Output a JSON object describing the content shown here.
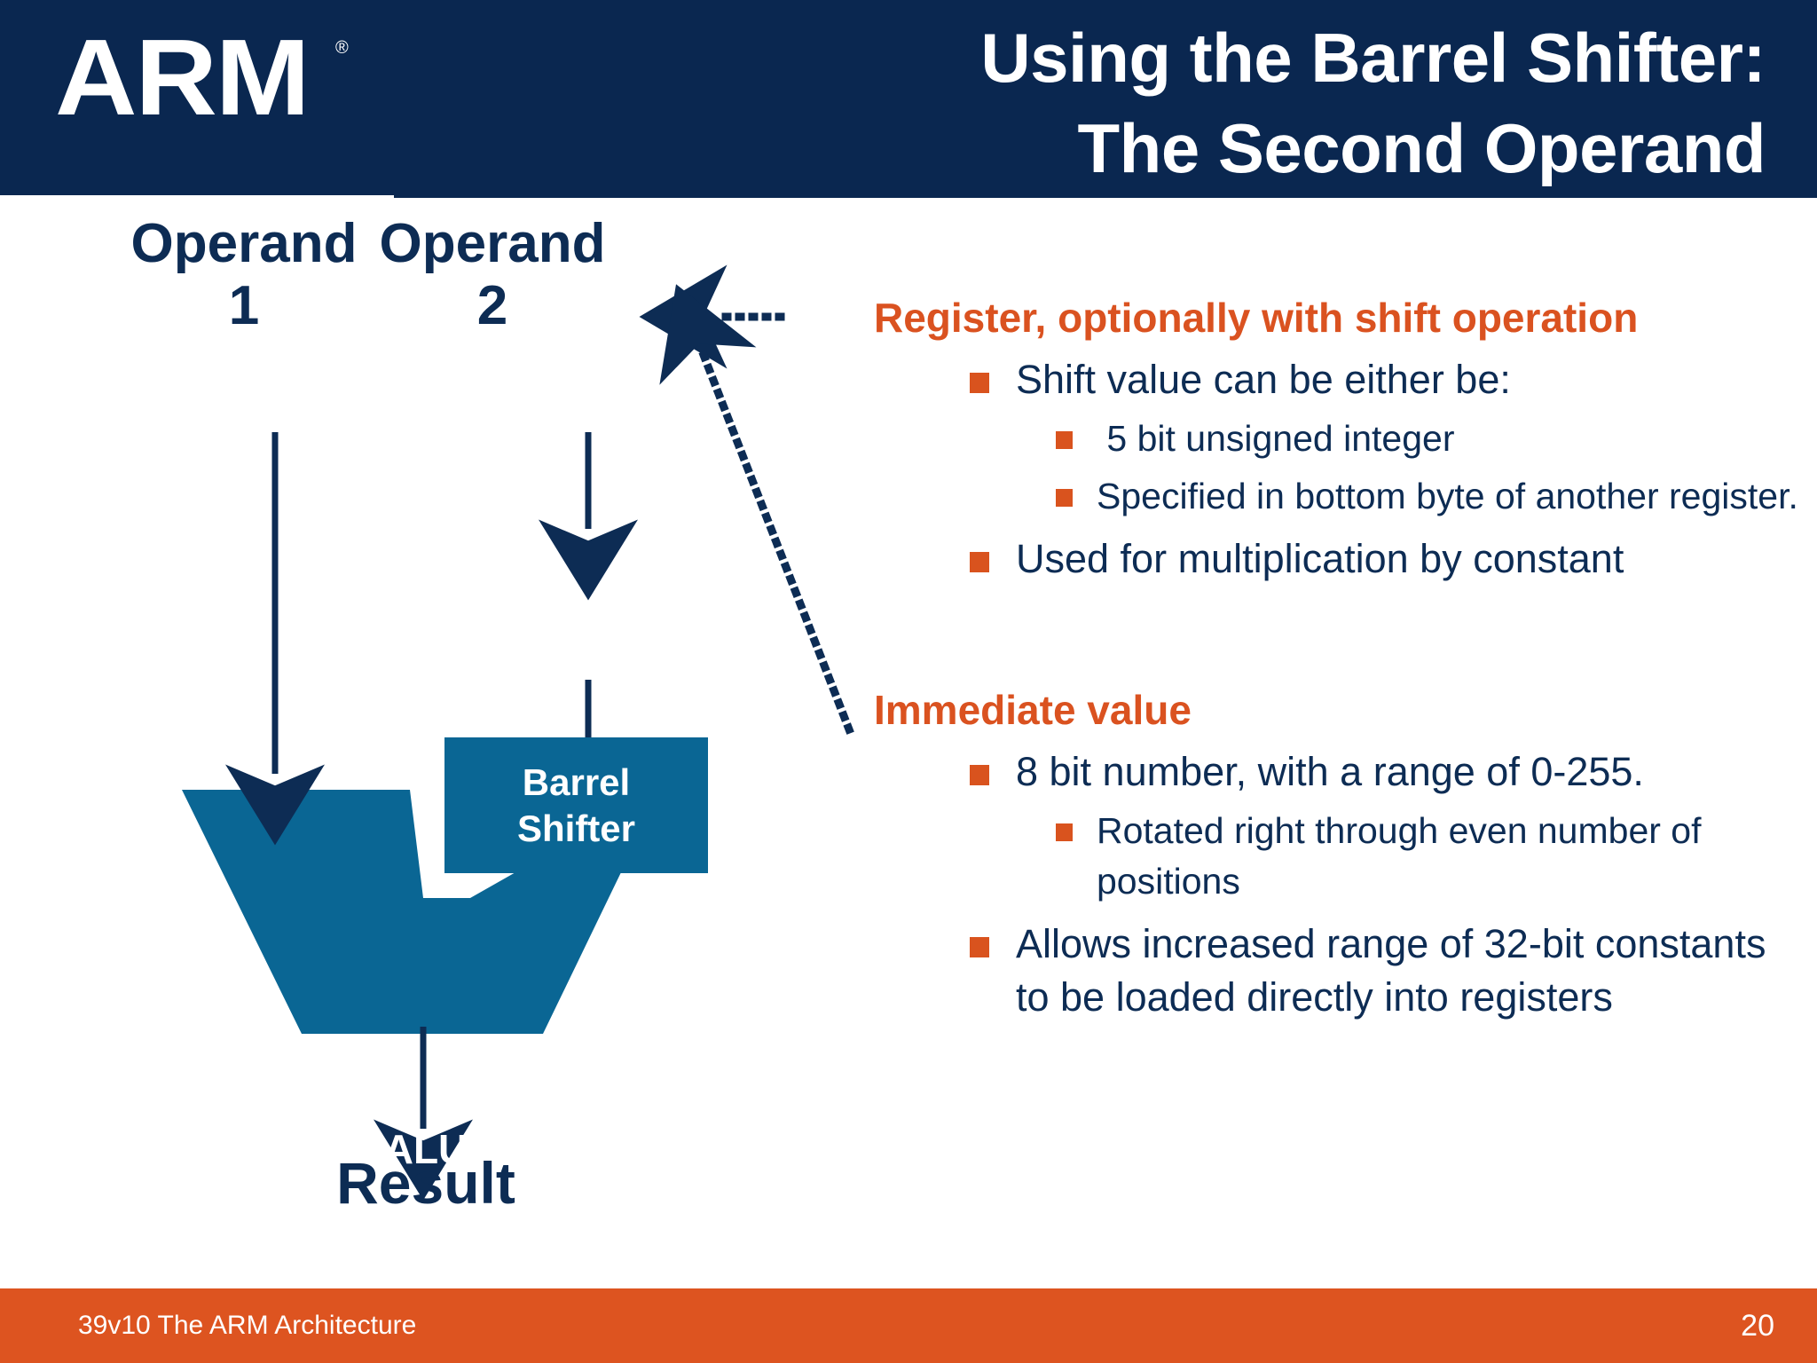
{
  "header": {
    "logo_text": "ARM",
    "registered_mark": "®",
    "title_line1": "Using the Barrel Shifter:",
    "title_line2": "The Second Operand",
    "background_color": "#0A2750",
    "text_color": "#FFFFFF"
  },
  "diagram": {
    "operand1_label": "Operand\n1",
    "operand2_label": "Operand\n2",
    "barrel_shifter_label": "Barrel\nShifter",
    "alu_label": "ALU",
    "result_label": "Result",
    "box_fill_color": "#0A6694",
    "line_color": "#0D2C54",
    "label_color": "#0D2C54"
  },
  "content": {
    "blocks": [
      {
        "heading": "Register, optionally with shift operation",
        "bullets": [
          {
            "level": 1,
            "text": "Shift value can be either be:"
          },
          {
            "level": 2,
            "text": " 5 bit unsigned integer"
          },
          {
            "level": 2,
            "text": "Specified in bottom byte of another register."
          },
          {
            "level": 1,
            "text": "Used for multiplication by constant"
          }
        ]
      },
      {
        "heading": "Immediate value",
        "bullets": [
          {
            "level": 1,
            "text": "8 bit number, with a range of 0-255."
          },
          {
            "level": 2,
            "text": "Rotated right through even number of positions"
          },
          {
            "level": 1,
            "text": "Allows increased range of 32-bit constants to be loaded directly into registers"
          }
        ]
      }
    ],
    "heading_color": "#DA5220",
    "bullet_square_color": "#D9531E",
    "body_text_color": "#0D2C54"
  },
  "footer": {
    "left_text": "39v10 The ARM Architecture",
    "page_number": "20",
    "background_color": "#DD5420",
    "text_color": "#FFFFFF"
  }
}
